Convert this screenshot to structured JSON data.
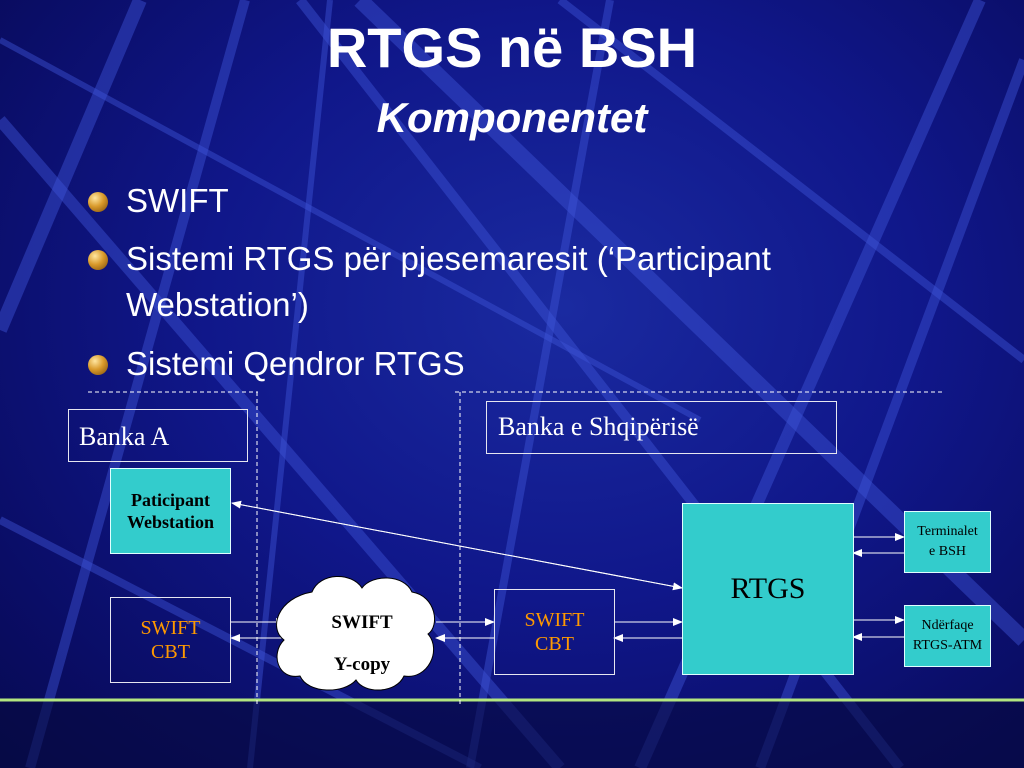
{
  "title": "RTGS në BSH",
  "subtitle": "Komponentet",
  "bullets": [
    {
      "line1": "SWIFT",
      "line2": ""
    },
    {
      "line1": "Sistemi RTGS për pjesemaresit (‘Participant",
      "line2": "Webstation’)"
    },
    {
      "line1": "Sistemi Qendror RTGS",
      "line2": ""
    }
  ],
  "diagram": {
    "banka_a": "Banka A",
    "banka_shqiperise": "Banka e Shqipërisë",
    "participant_webstation": {
      "line1": "Paticipant",
      "line2": "Webstation"
    },
    "swift_cbt_left": {
      "line1": "SWIFT",
      "line2": "CBT"
    },
    "swift_cloud": {
      "line1": "SWIFT",
      "line2": "Y-copy"
    },
    "swift_cbt_right": {
      "line1": "SWIFT",
      "line2": "CBT"
    },
    "rtgs": "RTGS",
    "terminalet": {
      "line1": "Terminalet",
      "line2": "e BSH"
    },
    "nderfaqe": {
      "line1": "Ndërfaqe",
      "line2": "RTGS-ATM"
    }
  },
  "colors": {
    "background": "#10178a",
    "title_text": "#ffffff",
    "cyan_box": "#33cccc",
    "swift_cbt_text": "#ff9900",
    "footer_line": "#b3e680"
  }
}
